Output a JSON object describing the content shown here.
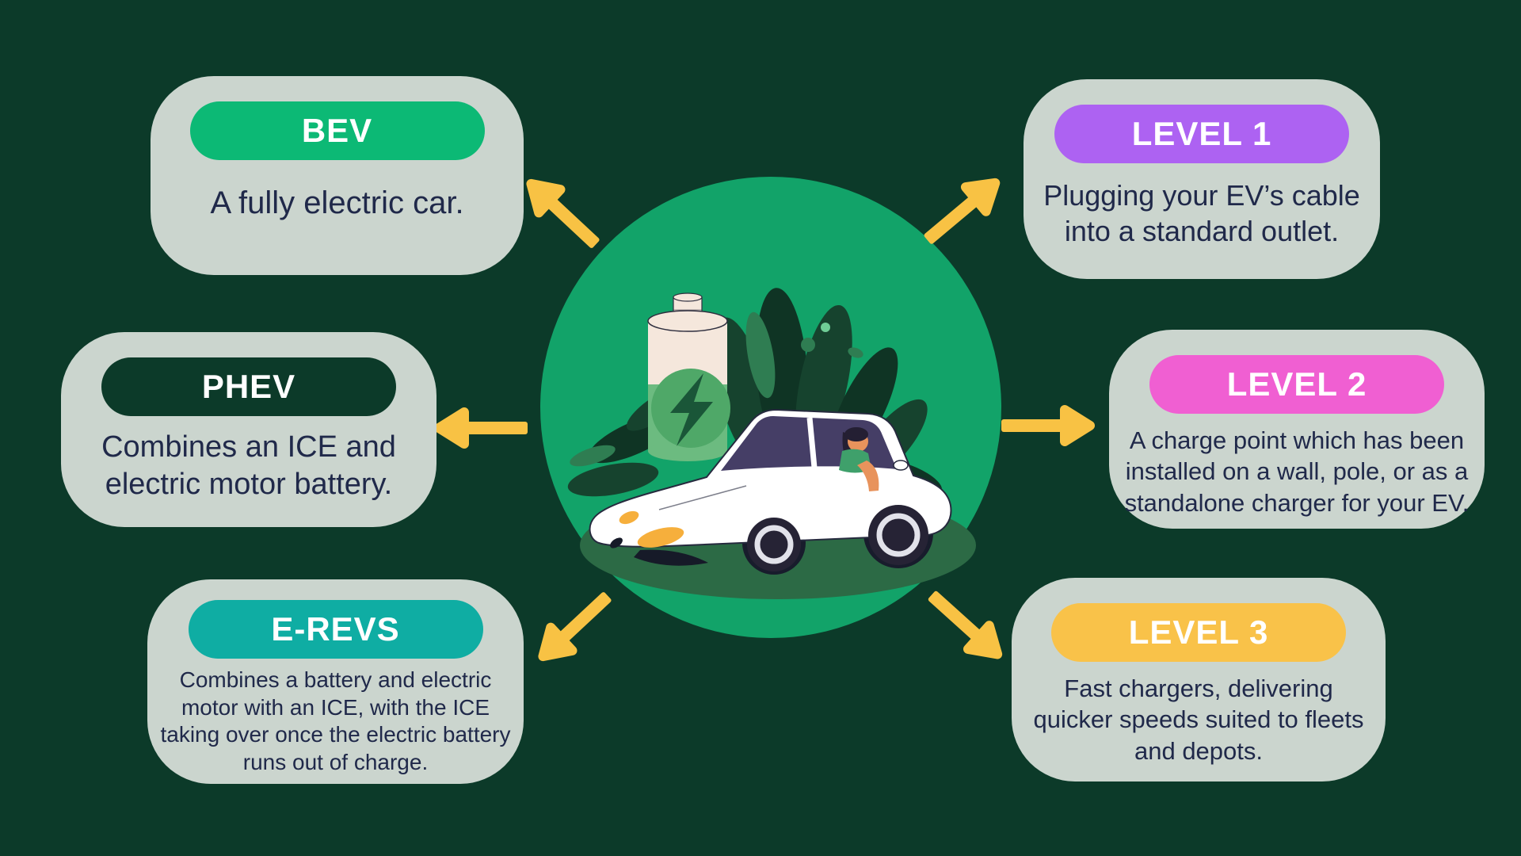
{
  "palette": {
    "background": "#0C3A29",
    "circle": "#12A369",
    "card_bg": "#CBD5CE",
    "text": "#20294A",
    "card_title_color": "#FFFFFF",
    "arrow": "#F8C244"
  },
  "icons": {
    "center": [
      "battery-charging-icon",
      "lightning-bolt-icon",
      "ev-car-icon",
      "leaves-icon"
    ],
    "arrows": [
      "arrow-up-left",
      "arrow-left",
      "arrow-down-left",
      "arrow-up-right",
      "arrow-right",
      "arrow-down-right"
    ]
  },
  "cards": [
    {
      "id": "bev",
      "title": "BEV",
      "pill_color": "#0CB975",
      "body": "A fully electric car."
    },
    {
      "id": "phev",
      "title": "PHEV",
      "pill_color": "#0C3A29",
      "body": "Combines an ICE and\nelectric motor battery."
    },
    {
      "id": "erevs",
      "title": "E-REVS",
      "pill_color": "#0FADA3",
      "body": "Combines a battery and electric\nmotor with an ICE, with the ICE\ntaking over once the electric battery\nruns out of charge."
    },
    {
      "id": "level1",
      "title": "LEVEL 1",
      "pill_color": "#AD62F2",
      "body": "Plugging your EV’s cable\ninto a standard outlet."
    },
    {
      "id": "level2",
      "title": "LEVEL 2",
      "pill_color": "#F05FD2",
      "body": "A charge point which has been\ninstalled on a wall, pole, or as a\nstandalone charger for your EV."
    },
    {
      "id": "level3",
      "title": "LEVEL 3",
      "pill_color": "#F9C249",
      "body": "Fast chargers, delivering\nquicker speeds suited to fleets\nand depots."
    }
  ]
}
